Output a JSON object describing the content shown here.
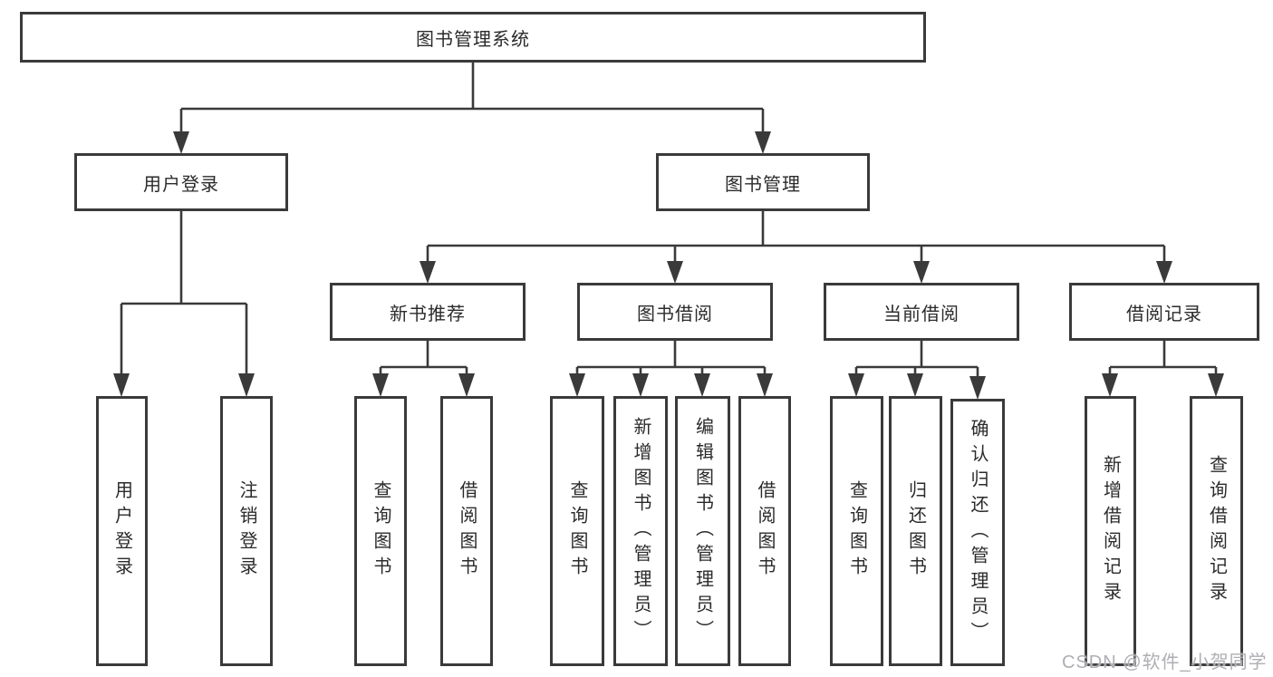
{
  "diagram_type": "hierarchy-tree",
  "colors": {
    "line": "#3a3a3a",
    "box_border": "#3a3a3a",
    "box_fill": "#ffffff",
    "text": "#2b2b2b",
    "watermark": "#aeaeb4",
    "background": "#ffffff"
  },
  "watermark": {
    "text": "CSDN @软件_小贺同学"
  },
  "tree": {
    "label": "图书管理系统",
    "children": [
      {
        "label": "用户登录",
        "children": [
          {
            "label": "用户登录"
          },
          {
            "label": "注销登录"
          }
        ]
      },
      {
        "label": "图书管理",
        "children": [
          {
            "label": "新书推荐",
            "children": [
              {
                "label": "查询图书"
              },
              {
                "label": "借阅图书"
              }
            ]
          },
          {
            "label": "图书借阅",
            "children": [
              {
                "label": "查询图书"
              },
              {
                "label": "新增图书（管理员）"
              },
              {
                "label": "编辑图书（管理员）"
              },
              {
                "label": "借阅图书"
              }
            ]
          },
          {
            "label": "当前借阅",
            "children": [
              {
                "label": "查询图书"
              },
              {
                "label": "归还图书"
              },
              {
                "label": "确认归还（管理员）"
              }
            ]
          },
          {
            "label": "借阅记录",
            "children": [
              {
                "label": "新增借阅记录"
              },
              {
                "label": "查询借阅记录"
              }
            ]
          }
        ]
      }
    ]
  }
}
